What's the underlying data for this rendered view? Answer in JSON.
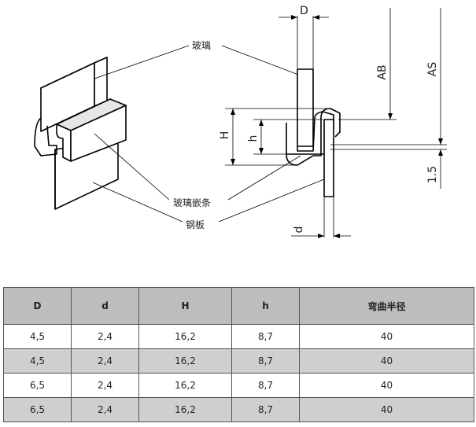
{
  "diagram": {
    "labels": {
      "glass": "玻璃",
      "glazing_strip": "玻璃嵌条",
      "steel_plate": "钢板"
    },
    "dimensions": {
      "D": "D",
      "AB": "AB",
      "AS": "AS",
      "H": "H",
      "h": "h",
      "thickness": "1.5",
      "d": "d"
    }
  },
  "table": {
    "headers": [
      "D",
      "d",
      "H",
      "h",
      "弯曲半径"
    ],
    "rows": [
      [
        "4,5",
        "2,4",
        "16,2",
        "8,7",
        "40"
      ],
      [
        "4,5",
        "2,4",
        "16,2",
        "8,7",
        "40"
      ],
      [
        "6,5",
        "2,4",
        "16,2",
        "8,7",
        "40"
      ],
      [
        "6,5",
        "2,4",
        "16,2",
        "8,7",
        "40"
      ]
    ]
  }
}
